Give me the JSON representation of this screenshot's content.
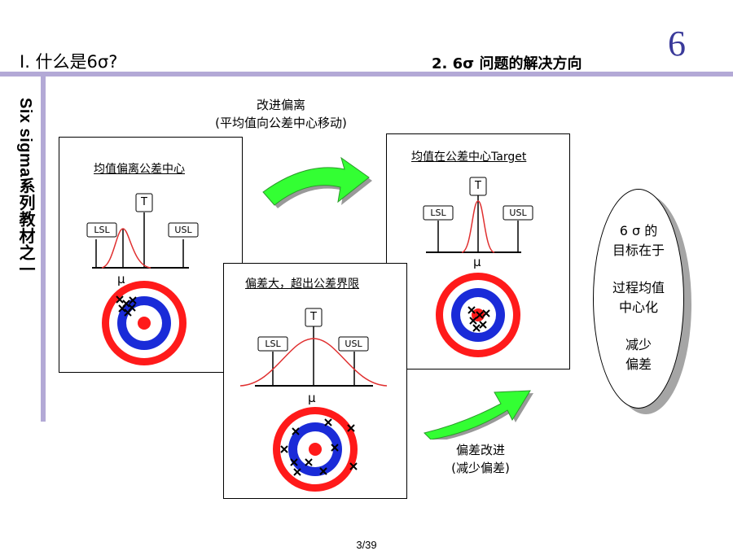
{
  "header": {
    "slide_title": "Ⅰ. 什么是6σ?",
    "section_title": "2. 6σ 问题的解决方向",
    "page_number": "6"
  },
  "sidebar": {
    "title": "Six sigma系列教材之一"
  },
  "panels": {
    "left": {
      "title": "均值偏离公差中心"
    },
    "middle": {
      "title": "偏差大，超出公差界限"
    },
    "right": {
      "title": "均值在公差中心Target"
    }
  },
  "labels": {
    "lsl": "LSL",
    "usl": "USL",
    "target": "T",
    "mu": "μ"
  },
  "arrows": {
    "top_caption_1": "改进偏离",
    "top_caption_2": "(平均值向公差中心移动)",
    "bottom_caption_1": "偏差改进",
    "bottom_caption_2": "(减少偏差)"
  },
  "goal": {
    "line1": "6 σ 的",
    "line2": "目标在于",
    "line3": "过程均值",
    "line4": "中心化",
    "line5": "减少",
    "line6": "偏差"
  },
  "footer": {
    "page": "3/39"
  },
  "colors": {
    "ring_red": "#ff1a1a",
    "ring_blue": "#1a2bd8",
    "arrow_green": "#33ff33",
    "curve": "#e03030",
    "accent_rule": "#b3a9d6"
  }
}
